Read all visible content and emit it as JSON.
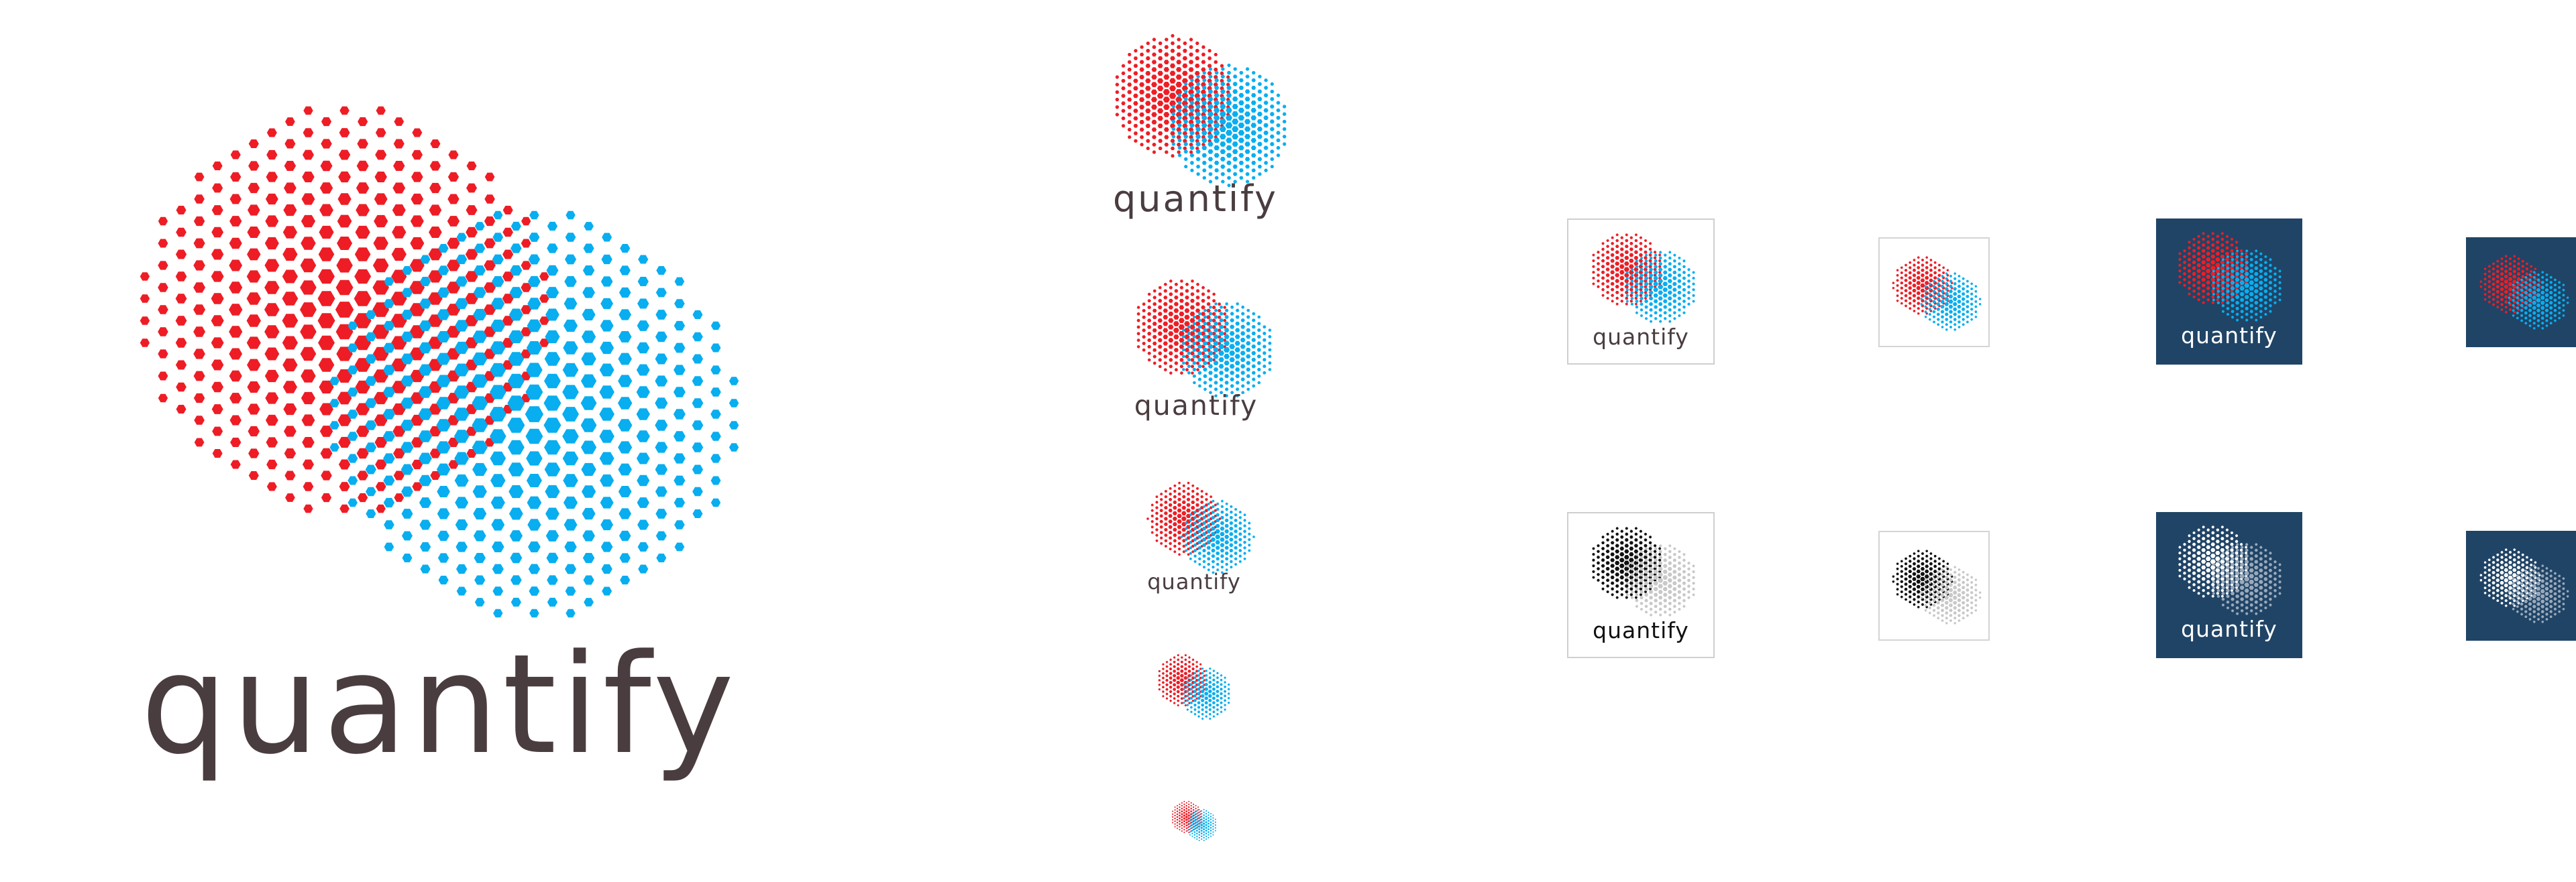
{
  "brand": {
    "name": "quantify",
    "colors": {
      "red": "#ee1d25",
      "blue": "#08aeef",
      "text": "#4a3d3f",
      "navy": "#204466",
      "black": "#111111",
      "grey": "#c8c8c8",
      "white": "#ffffff",
      "white_dim": "#9aaabb"
    }
  },
  "variants": {
    "primary": {
      "wordmark": "quantify"
    },
    "stacked_large": {
      "wordmark": "quantify"
    },
    "stacked_medium": {
      "wordmark": "quantify"
    },
    "stacked_small": {
      "wordmark": "quantify"
    },
    "tile_white_color": {
      "wordmark": "quantify"
    },
    "tile_navy_color": {
      "wordmark": "quantify"
    },
    "tile_white_mono": {
      "wordmark": "quantify"
    },
    "tile_navy_mono": {
      "wordmark": "quantify"
    }
  }
}
